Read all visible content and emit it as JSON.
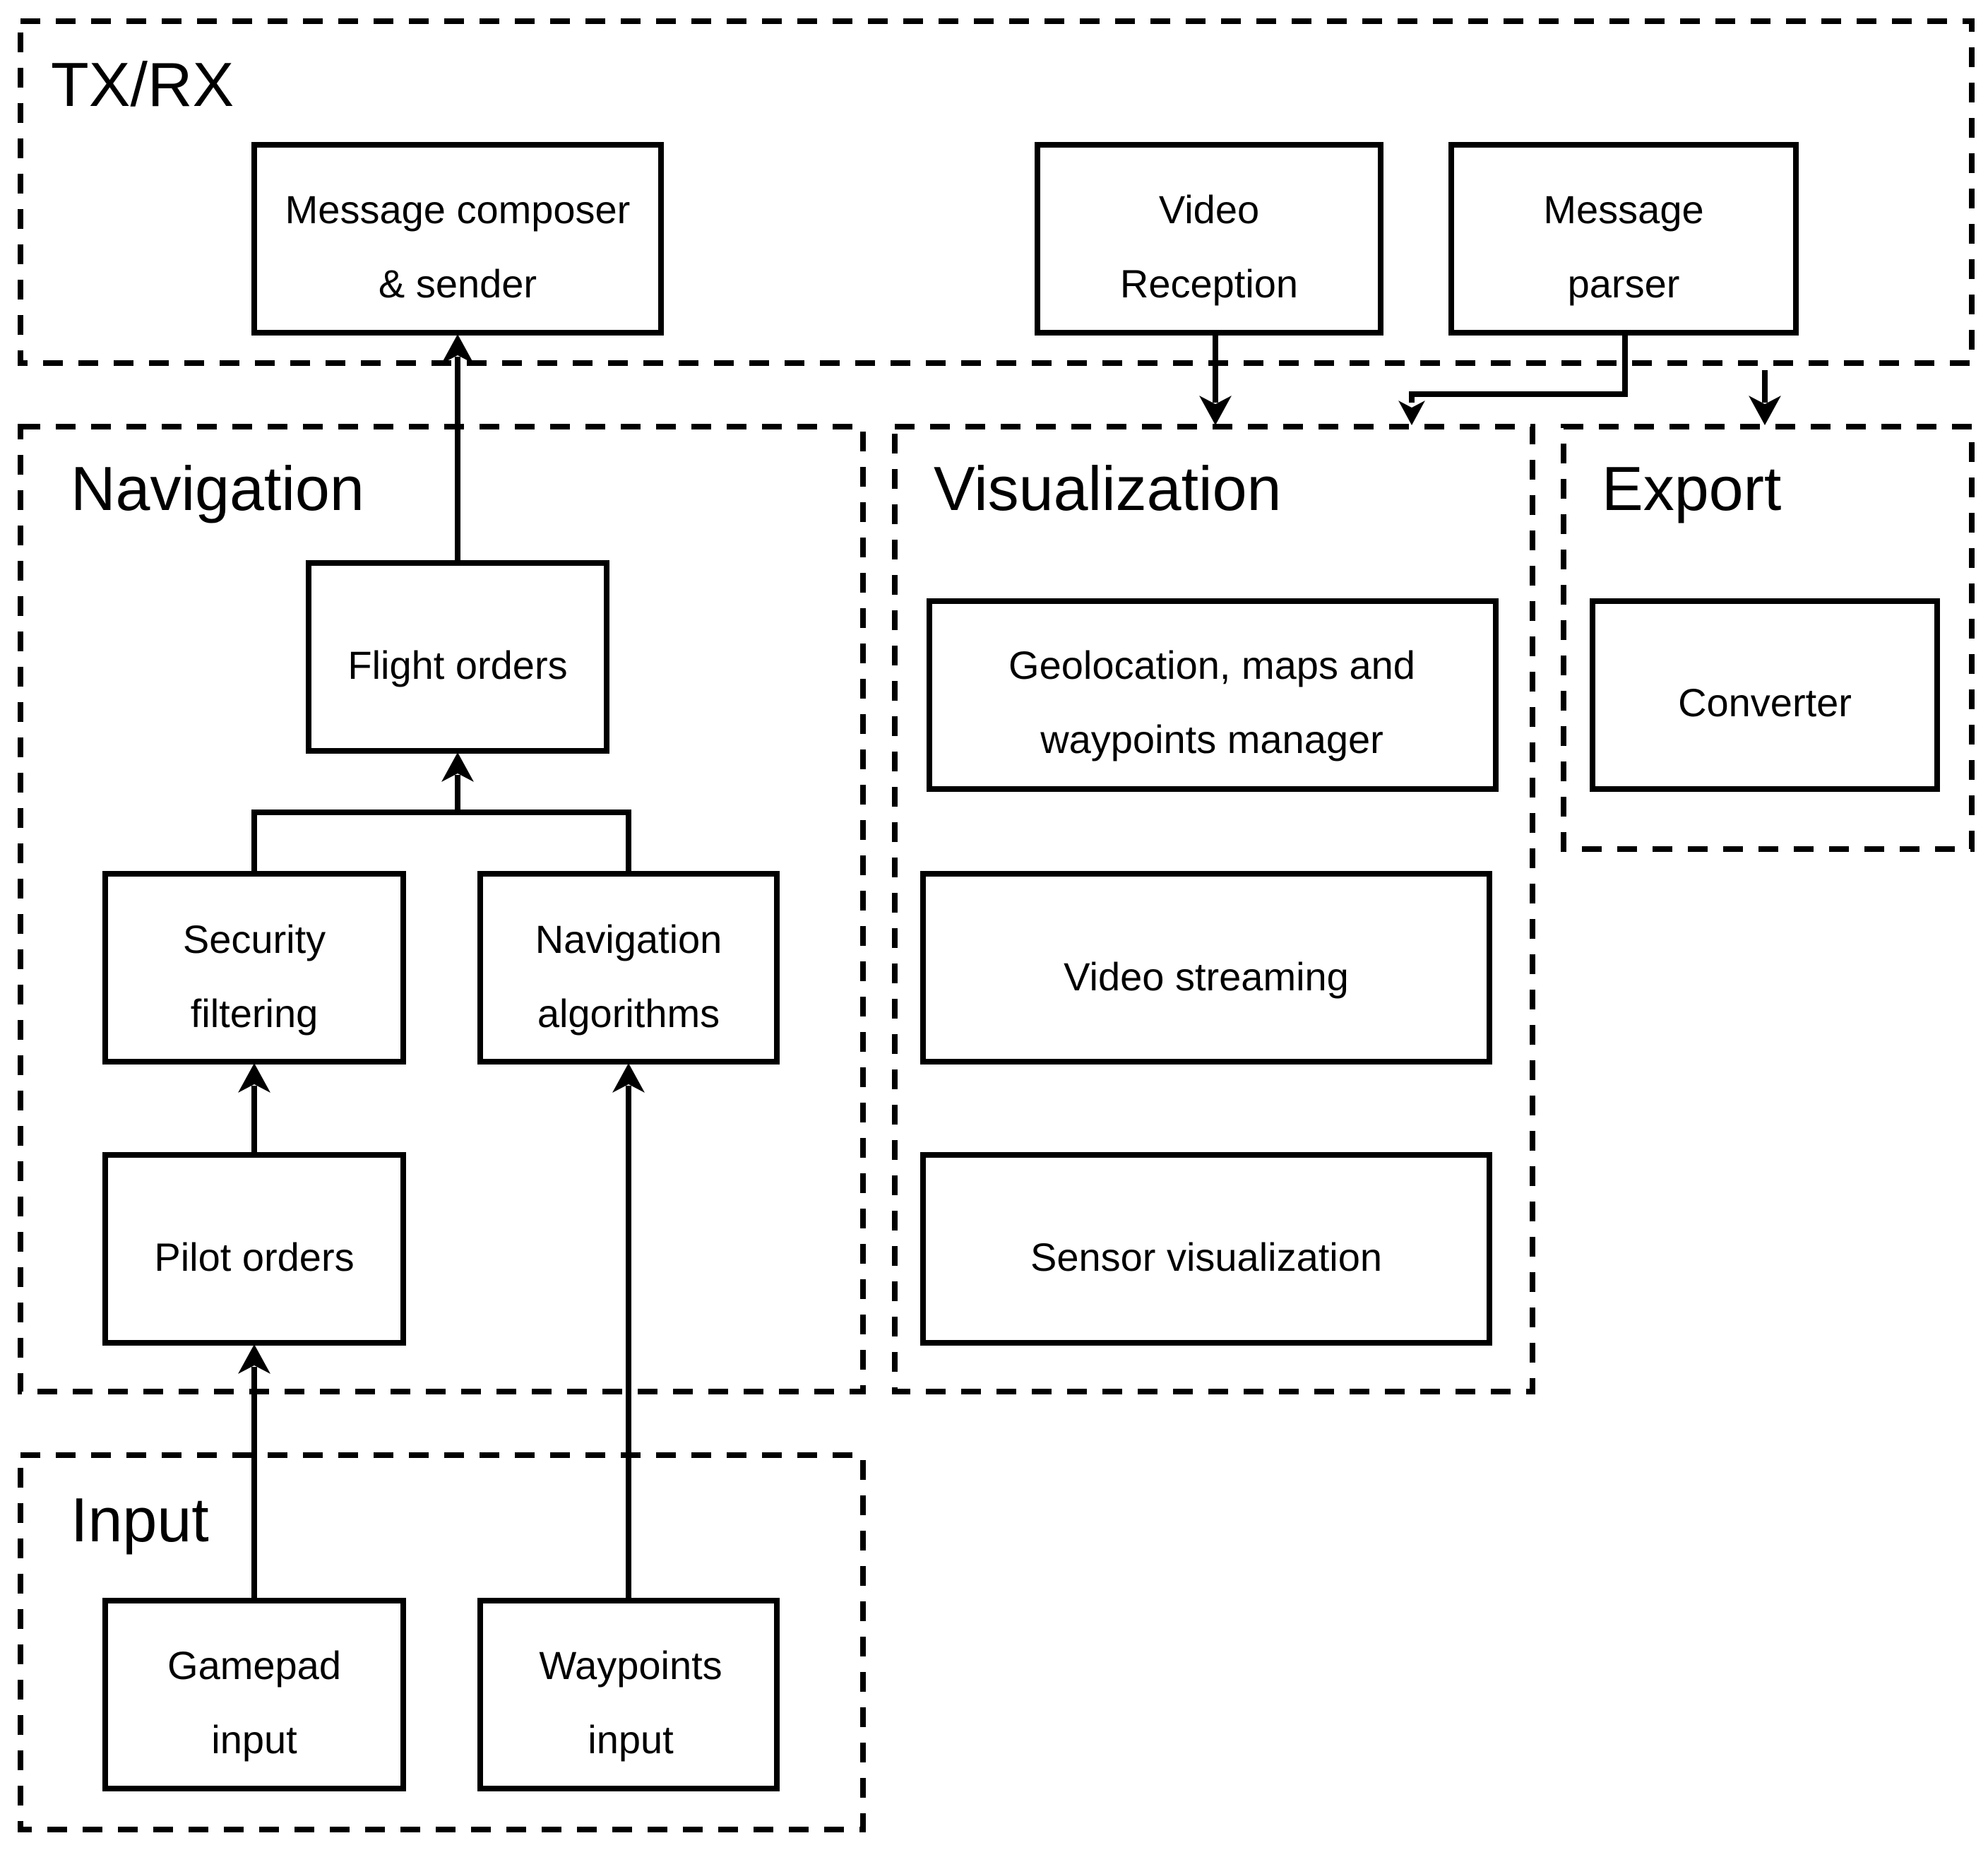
{
  "groups": {
    "txrx": "TX/RX",
    "navigation": "Navigation",
    "visualization": "Visualization",
    "export": "Export",
    "input": "Input"
  },
  "boxes": {
    "message_composer": [
      "Message composer",
      "& sender"
    ],
    "video_reception": [
      "Video",
      "Reception"
    ],
    "message_parser": [
      "Message",
      "parser"
    ],
    "flight_orders": [
      "Flight orders"
    ],
    "security_filtering": [
      "Security",
      "filtering"
    ],
    "navigation_algorithms": [
      "Navigation",
      "algorithms"
    ],
    "pilot_orders": [
      "Pilot orders"
    ],
    "geolocation": [
      "Geolocation, maps and",
      "waypoints manager"
    ],
    "video_streaming": [
      "Video streaming"
    ],
    "sensor_visualization": [
      "Sensor visualization"
    ],
    "converter": [
      "Converter"
    ],
    "gamepad_input": [
      "Gamepad",
      "input"
    ],
    "waypoints_input": [
      "Waypoints",
      "input"
    ]
  }
}
